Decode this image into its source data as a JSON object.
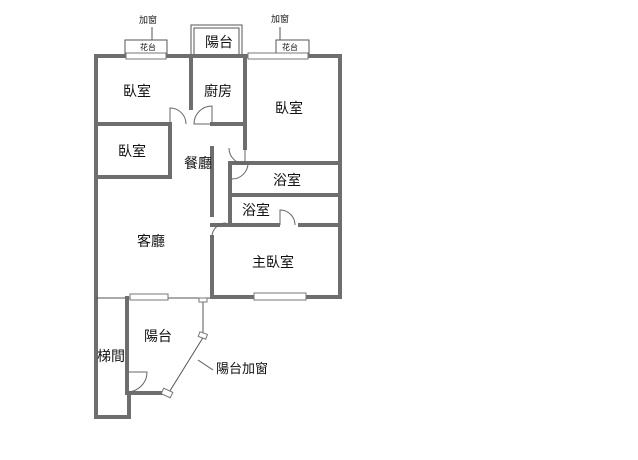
{
  "rooms": {
    "bedroom_tl": "臥室",
    "kitchen": "廚房",
    "bedroom_tr": "臥室",
    "bedroom_ml": "臥室",
    "dining": "餐廳",
    "bath_upper": "浴室",
    "bath_lower": "浴室",
    "living": "客廳",
    "master_bedroom": "主臥室",
    "balcony_top": "陽台",
    "balcony_bottom": "陽台",
    "stairwell": "梯間"
  },
  "annotations": {
    "window_add_left": "加窗",
    "window_add_right": "加窗",
    "planter_left": "花台",
    "planter_right": "花台",
    "balcony_window_add": "陽台加窗"
  }
}
